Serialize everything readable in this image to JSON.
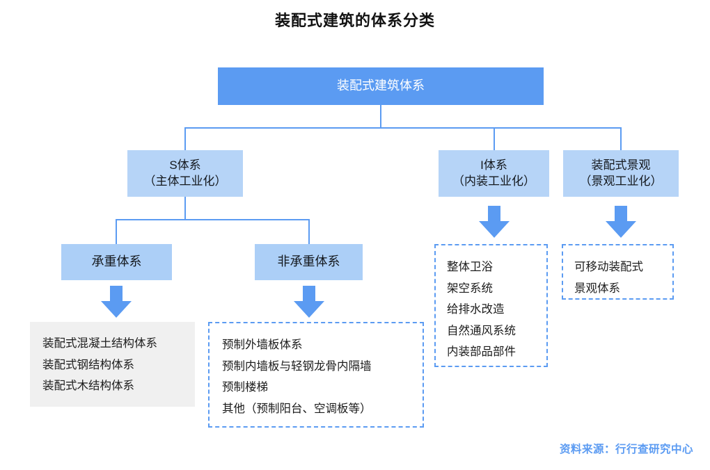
{
  "title": "装配式建筑的体系分类",
  "root": {
    "label": "装配式建筑体系"
  },
  "level2": {
    "s_system": {
      "line1": "S体系",
      "line2": "（主体工业化）"
    },
    "i_system": {
      "line1": "I体系",
      "line2": "（内装工业化）"
    },
    "landscape": {
      "line1": "装配式景观",
      "line2": "（景观工业化）"
    }
  },
  "level3": {
    "load_bearing": {
      "label": "承重体系"
    },
    "non_load_bearing": {
      "label": "非承重体系"
    }
  },
  "leaves": {
    "load_bearing_list": [
      "装配式混凝土结构体系",
      "装配式钢结构体系",
      "装配式木结构体系"
    ],
    "non_load_bearing_list": [
      "预制外墙板体系",
      "预制内墙板与轻钢龙骨内隔墙",
      "预制楼梯",
      "其他（预制阳台、空调板等）"
    ],
    "interior_list": [
      "整体卫浴",
      "架空系统",
      "给排水改造",
      "自然通风系统",
      "内装部品部件"
    ],
    "landscape_list": [
      "可移动装配式",
      "景观体系"
    ]
  },
  "footer": {
    "source": "资料来源：行行查研究中心"
  },
  "colors": {
    "accent": "#5B9BF2",
    "node_level2": "#B6D4F7",
    "node_level3": "#ACCFF7",
    "panel_gray": "#F0F0F0"
  }
}
